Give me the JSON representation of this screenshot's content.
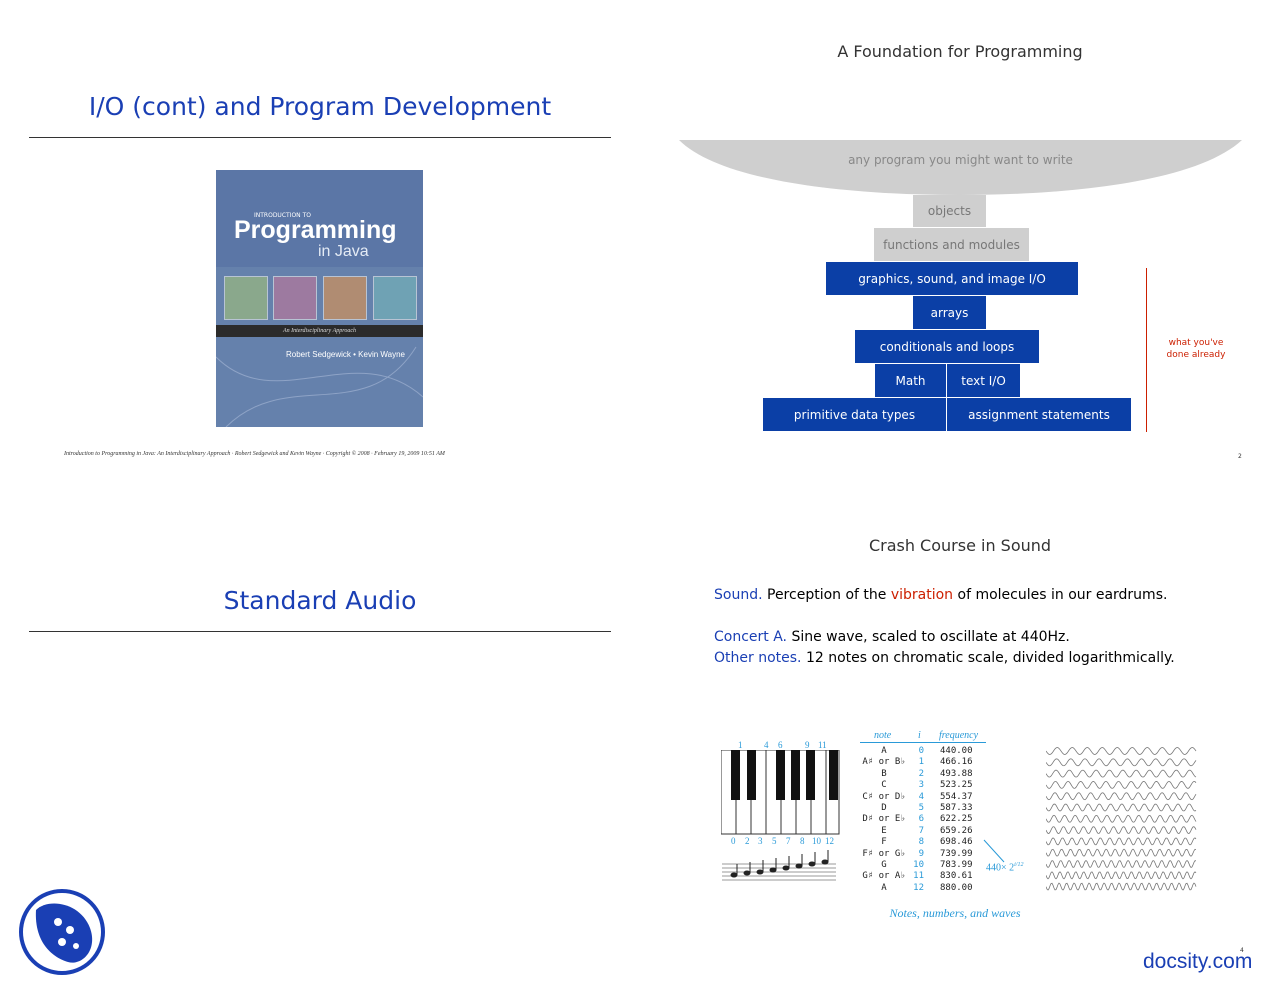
{
  "slide1": {
    "title": "I/O (cont) and Program Development",
    "book": {
      "kicker": "INTRODUCTION TO",
      "title": "Programming",
      "subtitle": "in Java",
      "band": "An Interdisciplinary Approach",
      "authors": "Robert Sedgewick  •  Kevin Wayne"
    },
    "footer": "Introduction to Programming in Java:  An Interdisciplinary Approach   ·   Robert Sedgewick and Kevin Wayne   ·   Copyright © 2008   ·   February 19, 2009  10:51 AM"
  },
  "slide2": {
    "title": "A Foundation for Programming",
    "top": "any program you might want to write",
    "layers": {
      "objects": "objects",
      "functions": "functions and modules",
      "graphics": "graphics, sound, and image I/O",
      "arrays": "arrays",
      "conditionals": "conditionals and loops",
      "math": "Math",
      "textio": "text I/O",
      "primitive": "primitive data types",
      "assignment": "assignment statements"
    },
    "note_line1": "what you've",
    "note_line2": "done already",
    "page": "2"
  },
  "slide3": {
    "title": "Standard Audio"
  },
  "slide4": {
    "title": "Crash Course in Sound",
    "sound_label": "Sound.",
    "sound_text_a": " Perception of the ",
    "sound_vibration": "vibration",
    "sound_text_b": " of molecules in our eardrums.",
    "concert_label": "Concert A.",
    "concert_text": " Sine wave, scaled to oscillate at 440Hz.",
    "other_label": "Other notes.",
    "other_text": " 12 notes on chromatic scale, divided logarithmically.",
    "piano_top": [
      "1",
      "4",
      "6",
      "9",
      "11"
    ],
    "piano_bottom": [
      "0",
      "2",
      "3",
      "5",
      "7",
      "8",
      "10",
      "12"
    ],
    "table_headers": {
      "note": "note",
      "i": "i",
      "frequency": "frequency"
    },
    "table": [
      {
        "note": "A",
        "i": "0",
        "f": "440.00"
      },
      {
        "note": "A♯  or  B♭",
        "i": "1",
        "f": "466.16"
      },
      {
        "note": "B",
        "i": "2",
        "f": "493.88"
      },
      {
        "note": "C",
        "i": "3",
        "f": "523.25"
      },
      {
        "note": "C♯  or  D♭",
        "i": "4",
        "f": "554.37"
      },
      {
        "note": "D",
        "i": "5",
        "f": "587.33"
      },
      {
        "note": "D♯  or  E♭",
        "i": "6",
        "f": "622.25"
      },
      {
        "note": "E",
        "i": "7",
        "f": "659.26"
      },
      {
        "note": "F",
        "i": "8",
        "f": "698.46"
      },
      {
        "note": "F♯  or  G♭",
        "i": "9",
        "f": "739.99"
      },
      {
        "note": "G",
        "i": "10",
        "f": "783.99"
      },
      {
        "note": "G♯  or  A♭",
        "i": "11",
        "f": "830.61"
      },
      {
        "note": "A",
        "i": "12",
        "f": "880.00"
      }
    ],
    "formula": "440× 2",
    "formula_exp": "i/12",
    "caption": "Notes, numbers, and waves",
    "page": "4"
  },
  "watermark": "docsity.com"
}
